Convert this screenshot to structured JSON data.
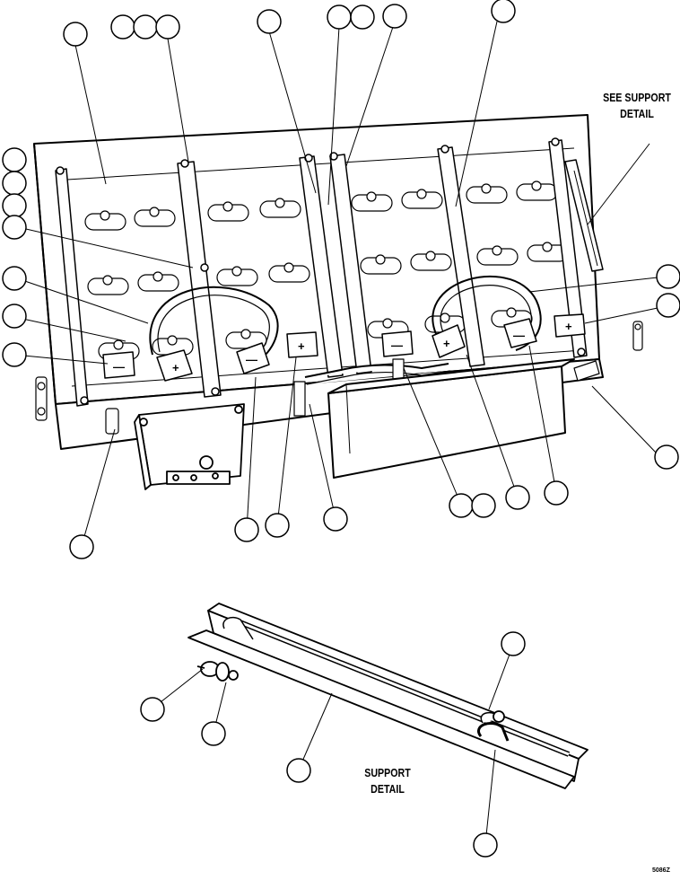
{
  "notes": {
    "see_support_line1": "SEE SUPPORT",
    "see_support_line2": "DETAIL",
    "support_detail_line1": "SUPPORT",
    "support_detail_line2": "DETAIL",
    "figure_code": "5086Z"
  },
  "polarity": {
    "positive": "+",
    "negative": "—"
  },
  "colors": {
    "ink": "#000000",
    "paper": "#ffffff",
    "shade": "#d8d8d8"
  }
}
